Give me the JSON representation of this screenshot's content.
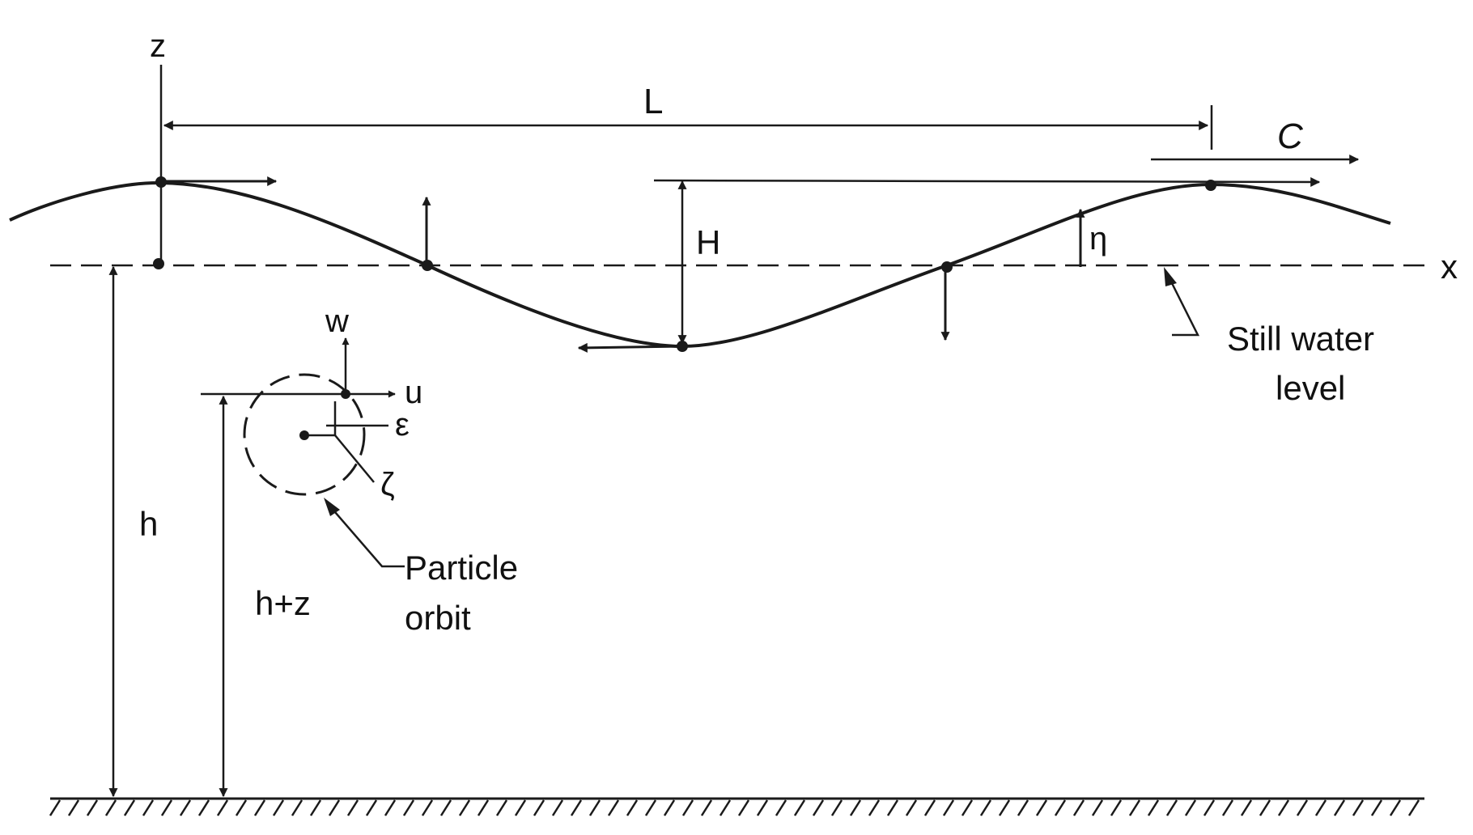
{
  "labels": {
    "z_axis": "z",
    "x_axis": "x",
    "wavelength": "L",
    "celerity": "C",
    "wave_height": "H",
    "eta": "η",
    "w": "w",
    "u": "u",
    "epsilon": "ε",
    "zeta": "ζ",
    "depth": "h",
    "h_plus_z": "h+z",
    "still_water_line1": "Still water",
    "still_water_line2": "level",
    "particle_orbit_line1": "Particle",
    "particle_orbit_line2": "orbit"
  }
}
